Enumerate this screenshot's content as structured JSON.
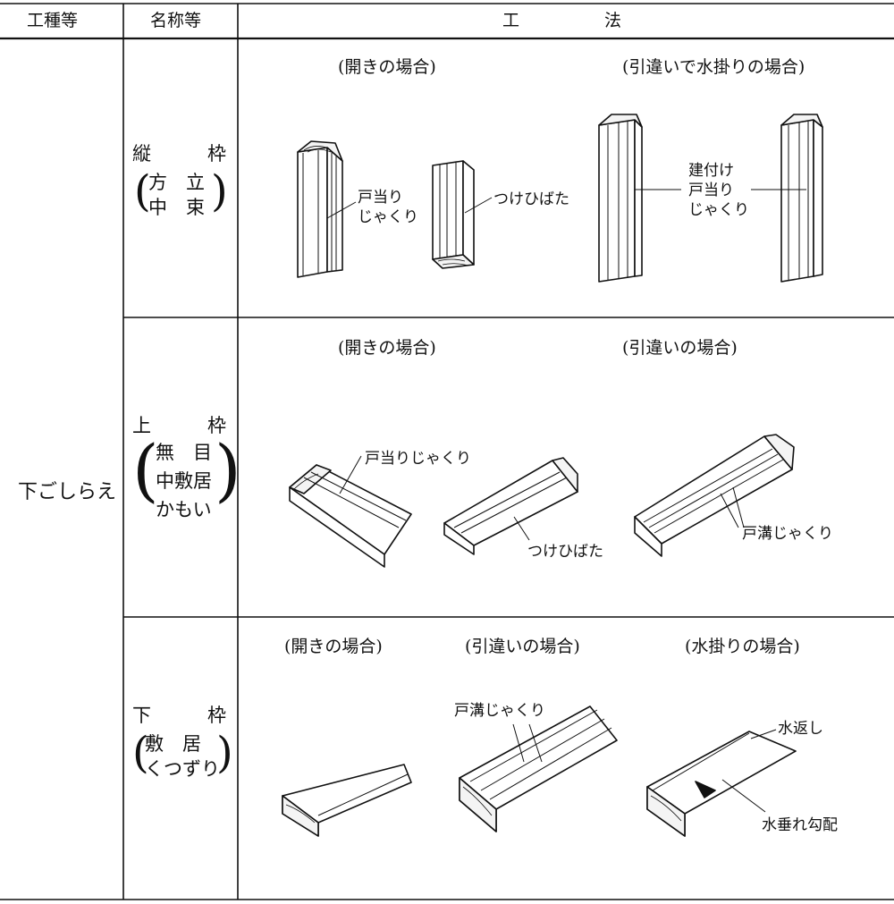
{
  "header": {
    "col1": "工種等",
    "col2": "名称等",
    "col3": "工　　　　　法"
  },
  "category": "下ごしらえ",
  "rows": [
    {
      "name_line1": "縦　　　枠",
      "name_line2": "方　立",
      "name_line3": "中　束",
      "case_left": "(開きの場合)",
      "case_right": "(引違いで水掛りの場合)",
      "labels": {
        "a": "戸当り\nじゃくり",
        "b": "つけひばた",
        "c": "建付け\n戸当り\nじゃくり"
      }
    },
    {
      "name_line1": "上　　　枠",
      "name_line2": "無　目",
      "name_line3": "中敷居",
      "name_line4": "かもい",
      "case_left": "(開きの場合)",
      "case_right": "(引違いの場合)",
      "labels": {
        "a": "戸当りじゃくり",
        "b": "つけひばた",
        "c": "戸溝じゃくり"
      }
    },
    {
      "name_line1": "下　　　枠",
      "name_line2": "敷　居",
      "name_line3": "くつずり",
      "case_1": "(開きの場合)",
      "case_2": "(引違いの場合)",
      "case_3": "(水掛りの場合)",
      "labels": {
        "a": "戸溝じゃくり",
        "b": "水返し",
        "c": "水垂れ勾配"
      }
    }
  ]
}
